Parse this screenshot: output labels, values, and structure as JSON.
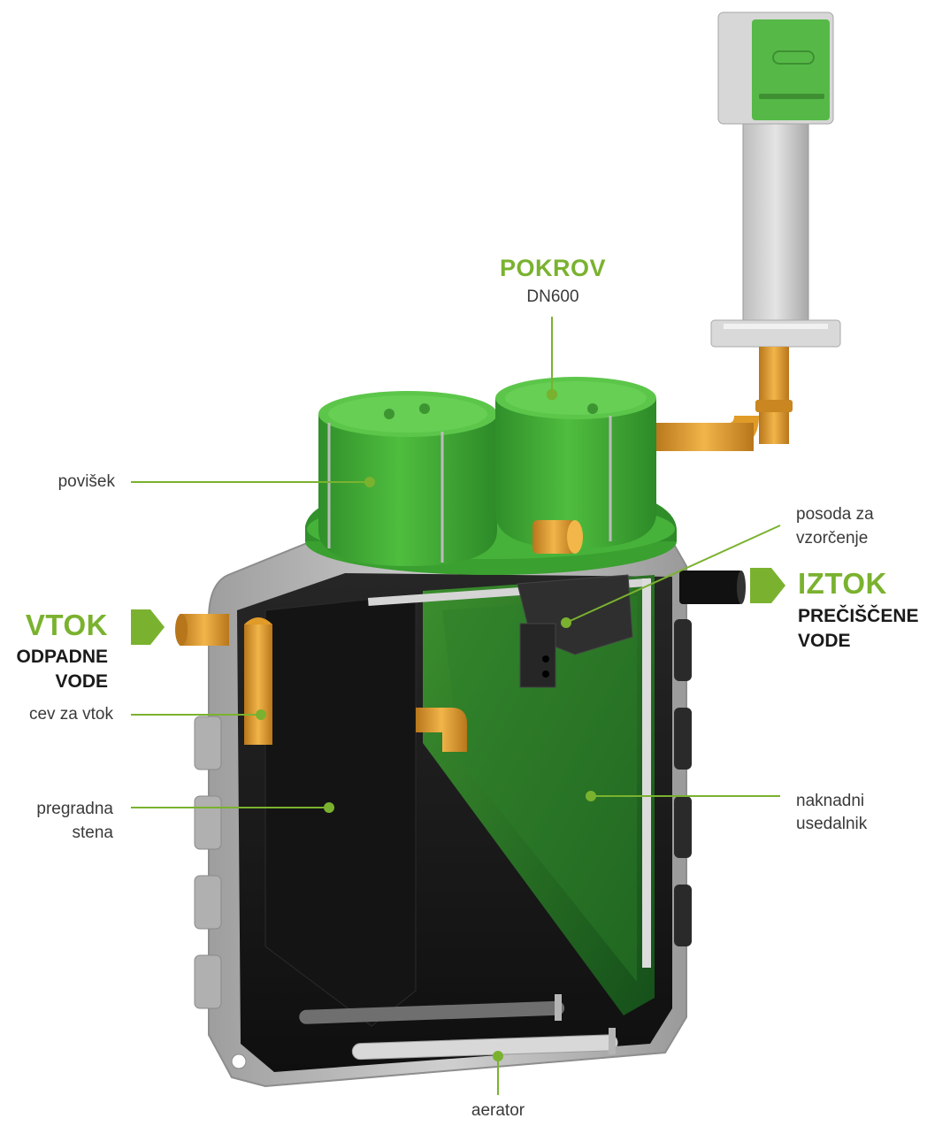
{
  "colors": {
    "accent_green": "#7ab22f",
    "tank_green": "#3fa535",
    "tank_black": "#1b1b1b",
    "shell_gray": "#b9b9b9",
    "pipe_orange": "#e09b28"
  },
  "labels": {
    "povisek": "povišek",
    "cev_za_vtok": "cev za vtok",
    "pregradna_1": "pregradna",
    "pregradna_2": "stena",
    "posoda_1": "posoda za",
    "posoda_2": "vzorčenje",
    "naknadni_1": "naknadni",
    "naknadni_2": "usedalnik",
    "aerator": "aerator"
  },
  "headings": {
    "vtok": "VTOK",
    "vtok_sub_1": "ODPADNE",
    "vtok_sub_2": "VODE",
    "iztok": "IZTOK",
    "iztok_sub_1": "PREČIŠČENE",
    "iztok_sub_2": "VODE",
    "pokrov": "POKROV",
    "pokrov_sub": "DN600"
  },
  "icons": {
    "inflow_arrow": "arrow-right-icon",
    "outflow_arrow": "arrow-right-icon"
  }
}
